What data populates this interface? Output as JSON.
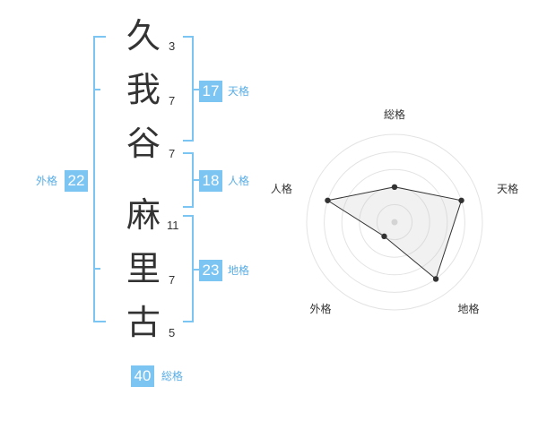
{
  "name": {
    "characters": [
      {
        "char": "久",
        "strokes": "3"
      },
      {
        "char": "我",
        "strokes": "7"
      },
      {
        "char": "谷",
        "strokes": "7"
      },
      {
        "char": "麻",
        "strokes": "11"
      },
      {
        "char": "里",
        "strokes": "7"
      },
      {
        "char": "古",
        "strokes": "5"
      }
    ]
  },
  "fortune": {
    "tenkaku": {
      "value": "17",
      "label": "天格"
    },
    "jinkaku": {
      "value": "18",
      "label": "人格"
    },
    "chikaku": {
      "value": "23",
      "label": "地格"
    },
    "gaikaku": {
      "value": "22",
      "label": "外格"
    },
    "soukaku": {
      "value": "40",
      "label": "総格"
    }
  },
  "colors": {
    "accent": "#7cc4f2",
    "text": "#333333"
  },
  "chart_data": {
    "type": "radar",
    "axes": [
      "総格",
      "天格",
      "地格",
      "外格",
      "人格"
    ],
    "values": [
      2,
      4,
      4,
      1,
      4
    ],
    "range": [
      0,
      5
    ],
    "rings": 5,
    "grid": true
  }
}
